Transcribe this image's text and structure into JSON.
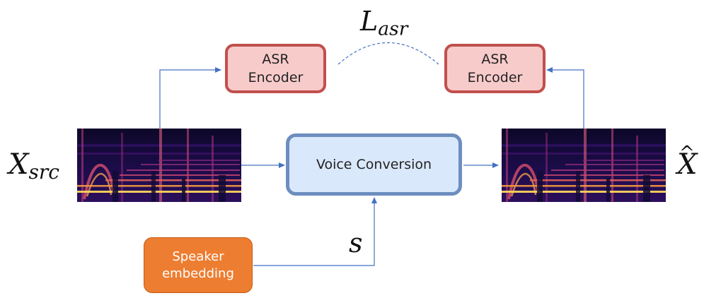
{
  "diagram": {
    "asr_left": {
      "line1": "ASR",
      "line2": "Encoder"
    },
    "asr_right": {
      "line1": "ASR",
      "line2": "Encoder"
    },
    "voice_conversion": "Voice Conversion",
    "speaker_embedding": {
      "line1": "Speaker",
      "line2": "embedding"
    },
    "loss_label": {
      "base": "L",
      "sub": "asr"
    },
    "source_label": {
      "base": "X",
      "sub": "src"
    },
    "output_label": {
      "base": "X",
      "hat": "^"
    },
    "speaker_symbol": "s"
  },
  "colors": {
    "arrow": "#4472c4",
    "asr_fill": "#f8cbcb",
    "asr_border": "#c0504d",
    "vc_fill": "#dae8fc",
    "vc_border": "#6c8ebf",
    "speaker_fill": "#ed7d31"
  }
}
